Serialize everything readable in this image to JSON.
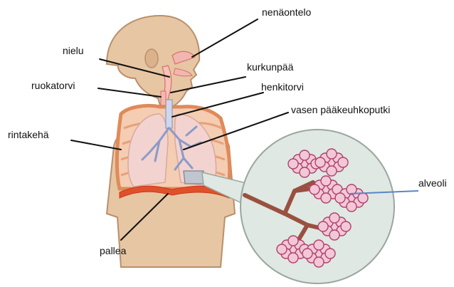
{
  "diagram": {
    "labels": {
      "nenaontelo": "nenäontelo",
      "nielu": "nielu",
      "kurkunpaa": "kurkunpää",
      "ruokatorvi": "ruokatorvi",
      "henkitorvi": "henkitorvi",
      "vasen_paakeuhkoputki": "vasen pääkeuhkoputki",
      "rintakeha": "rintakehä",
      "alveoli": "alveoli",
      "pallea": "pallea"
    },
    "colors": {
      "skin": "#e7c6a3",
      "skin_outline": "#b98f6c",
      "ribs": "#e08a5a",
      "diaphragm": "#e0502a",
      "lung_fill": "#f3d3cf",
      "bronchi": "#8a9bc9",
      "alveoli_fill": "#f2c8d6",
      "alveoli_stroke": "#b0406e",
      "inset_fill": "#dfe8e2",
      "leader": "#111111",
      "leader_blue": "#5a86c8"
    }
  }
}
